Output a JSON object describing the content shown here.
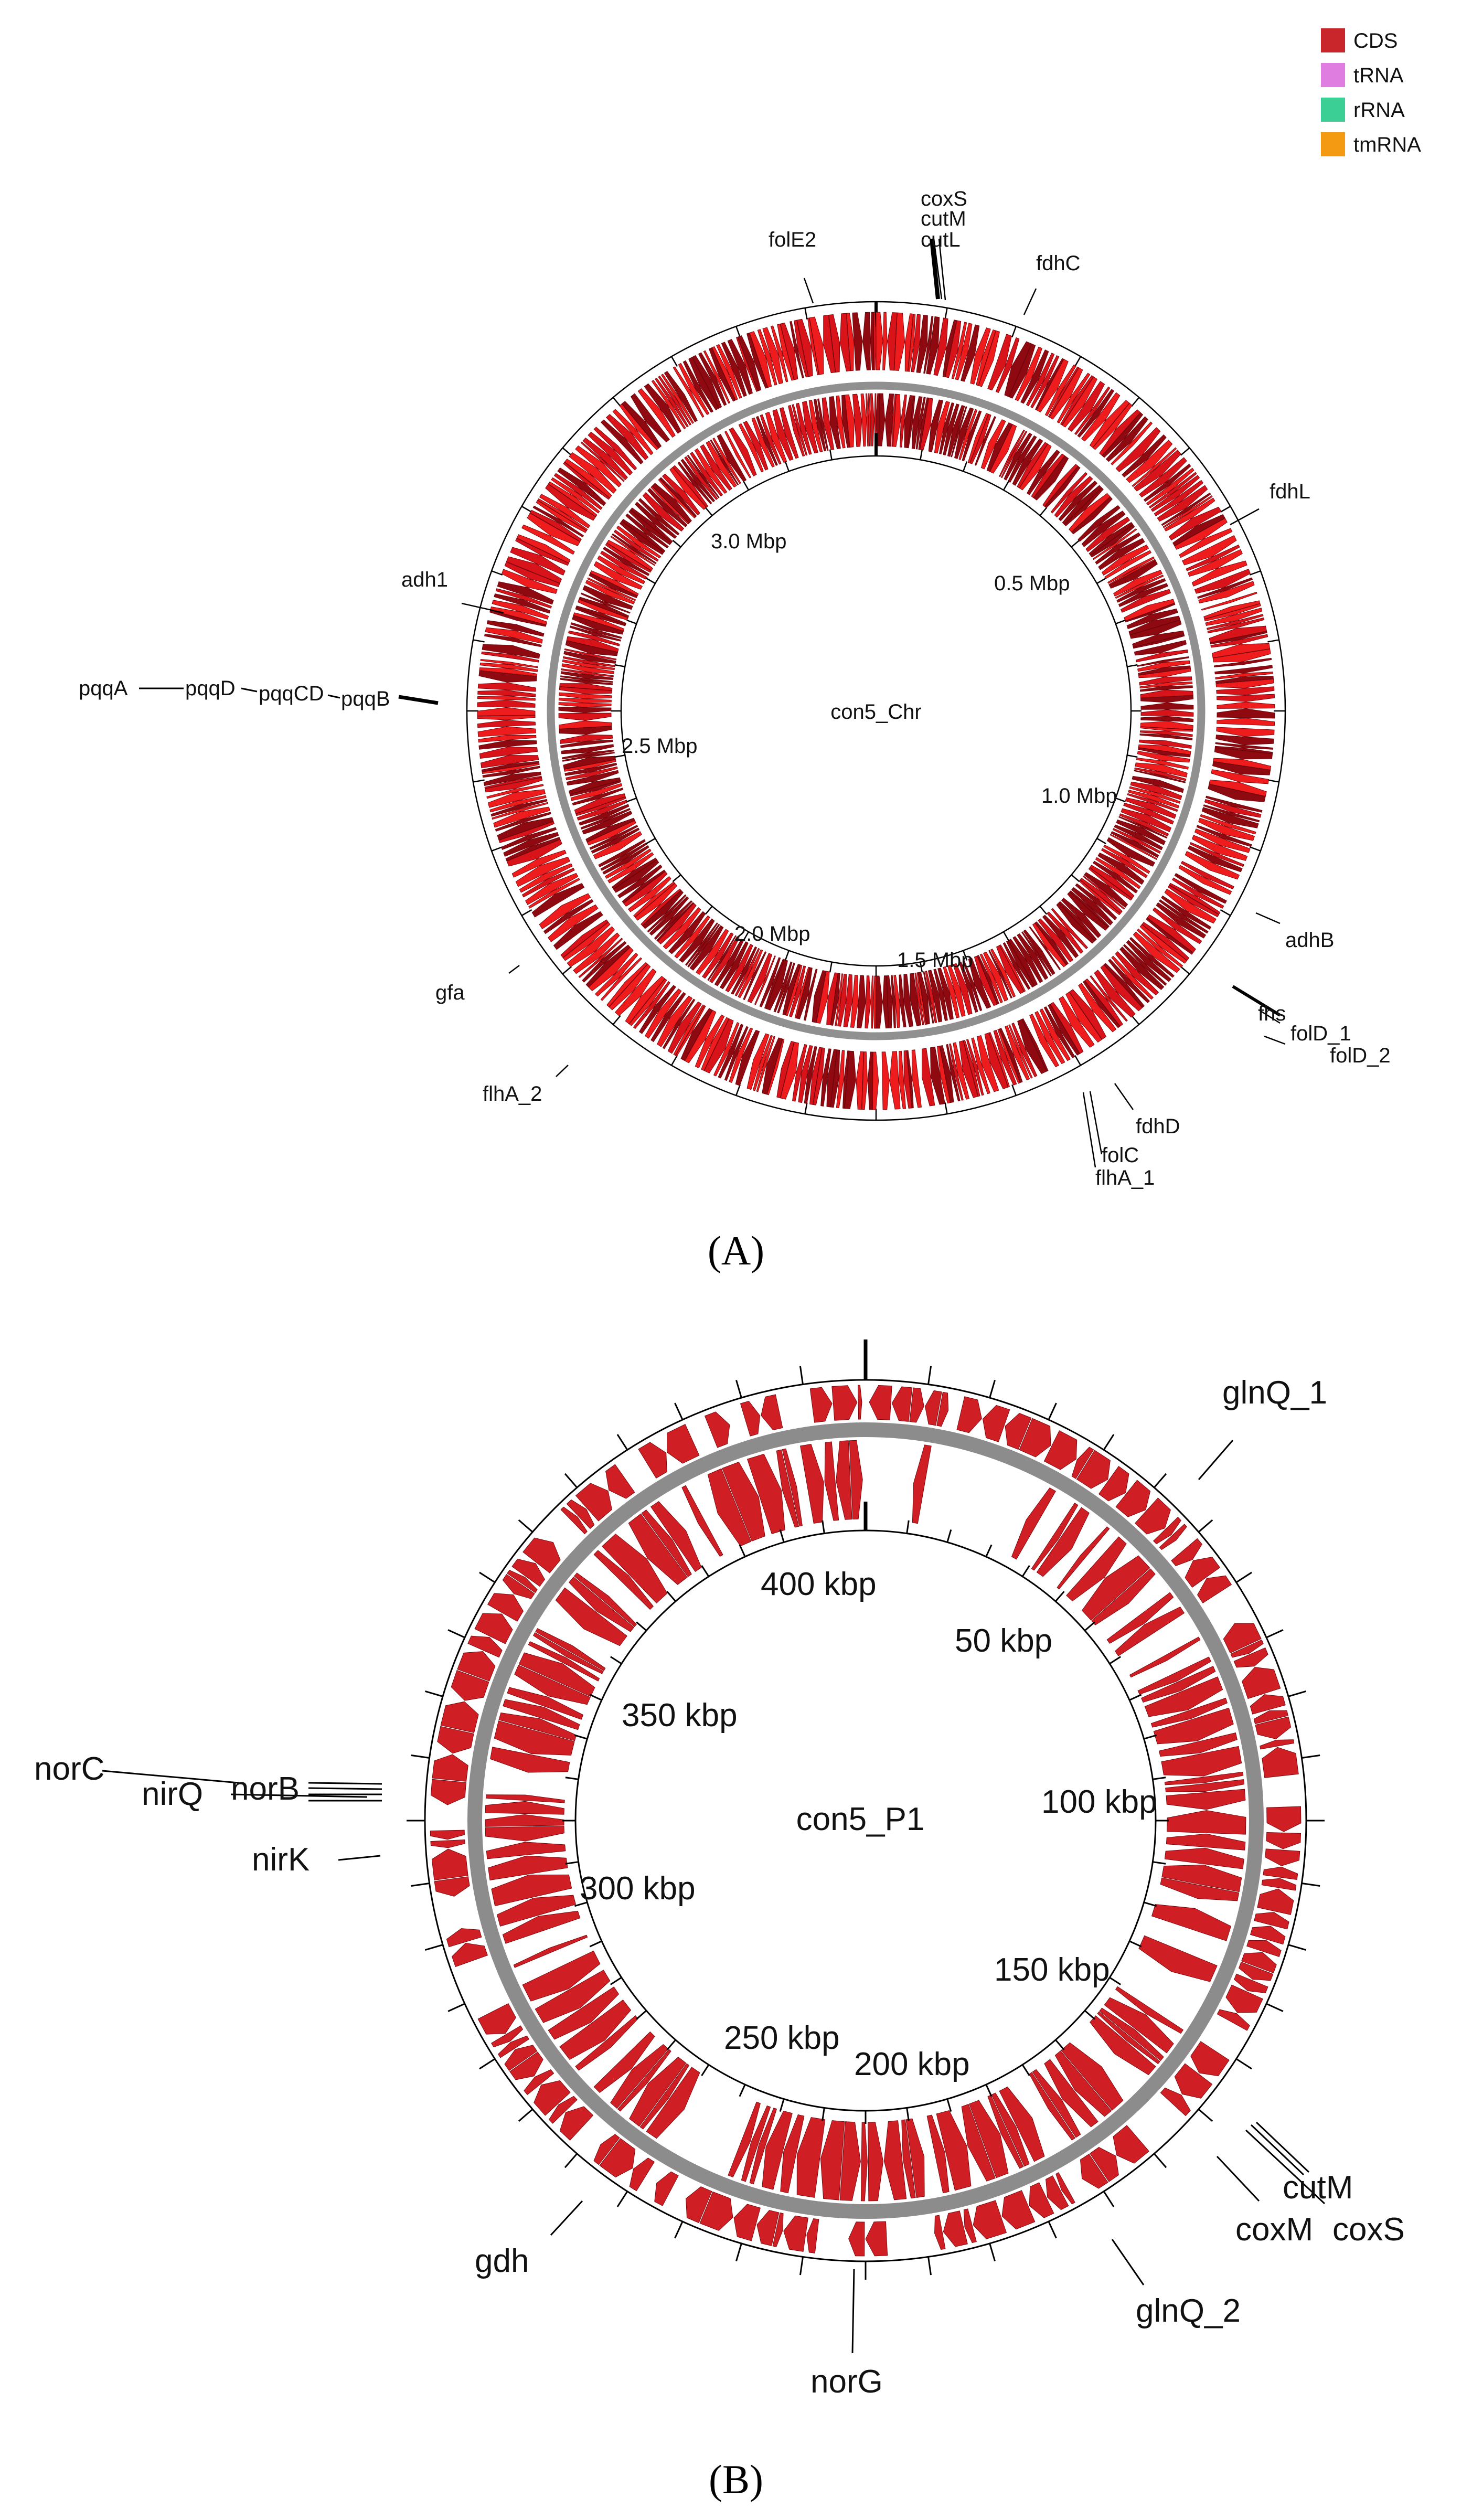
{
  "legend": {
    "items": [
      {
        "label": "CDS",
        "color": "#c8262b"
      },
      {
        "label": "tRNA",
        "color": "#e07de0"
      },
      {
        "label": "rRNA",
        "color": "#3ccf95"
      },
      {
        "label": "tmRNA",
        "color": "#f49a12"
      }
    ]
  },
  "panels": [
    {
      "label": "(A)",
      "center_label": "con5_Chr",
      "genome_length_mbp": 3.5,
      "ticks": [
        "3.0 Mbp",
        "0.5 Mbp",
        "2.5 Mbp",
        "1.0 Mbp",
        "2.0 Mbp",
        "1.5 Mbp"
      ],
      "genes": [
        "coxS",
        "cutM",
        "cutL",
        "folE2",
        "fdhC",
        "fdhL",
        "adh1",
        "pqqA",
        "pqqD",
        "pqqCD",
        "pqqB",
        "adhB",
        "fhs",
        "folD_1",
        "folD_2",
        "gfa",
        "flhA_2",
        "fdhD",
        "folC",
        "flhA_1"
      ]
    },
    {
      "label": "(B)",
      "center_label": "con5_P1",
      "genome_length_kbp": 425,
      "ticks": [
        "400 kbp",
        "50 kbp",
        "350 kbp",
        "100 kbp",
        "300 kbp",
        "150 kbp",
        "250 kbp",
        "200 kbp"
      ],
      "genes": [
        "glnQ_1",
        "norC",
        "nirQ",
        "norB",
        "nirK",
        "cutM",
        "coxM",
        "coxS",
        "gdh",
        "glnQ_2",
        "norG"
      ]
    }
  ],
  "colors": {
    "cds_bright": "#ee1c1c",
    "cds_dark": "#8e0a10",
    "cds_p1": "#cf1f24",
    "backbone": "#8c8c8c"
  }
}
